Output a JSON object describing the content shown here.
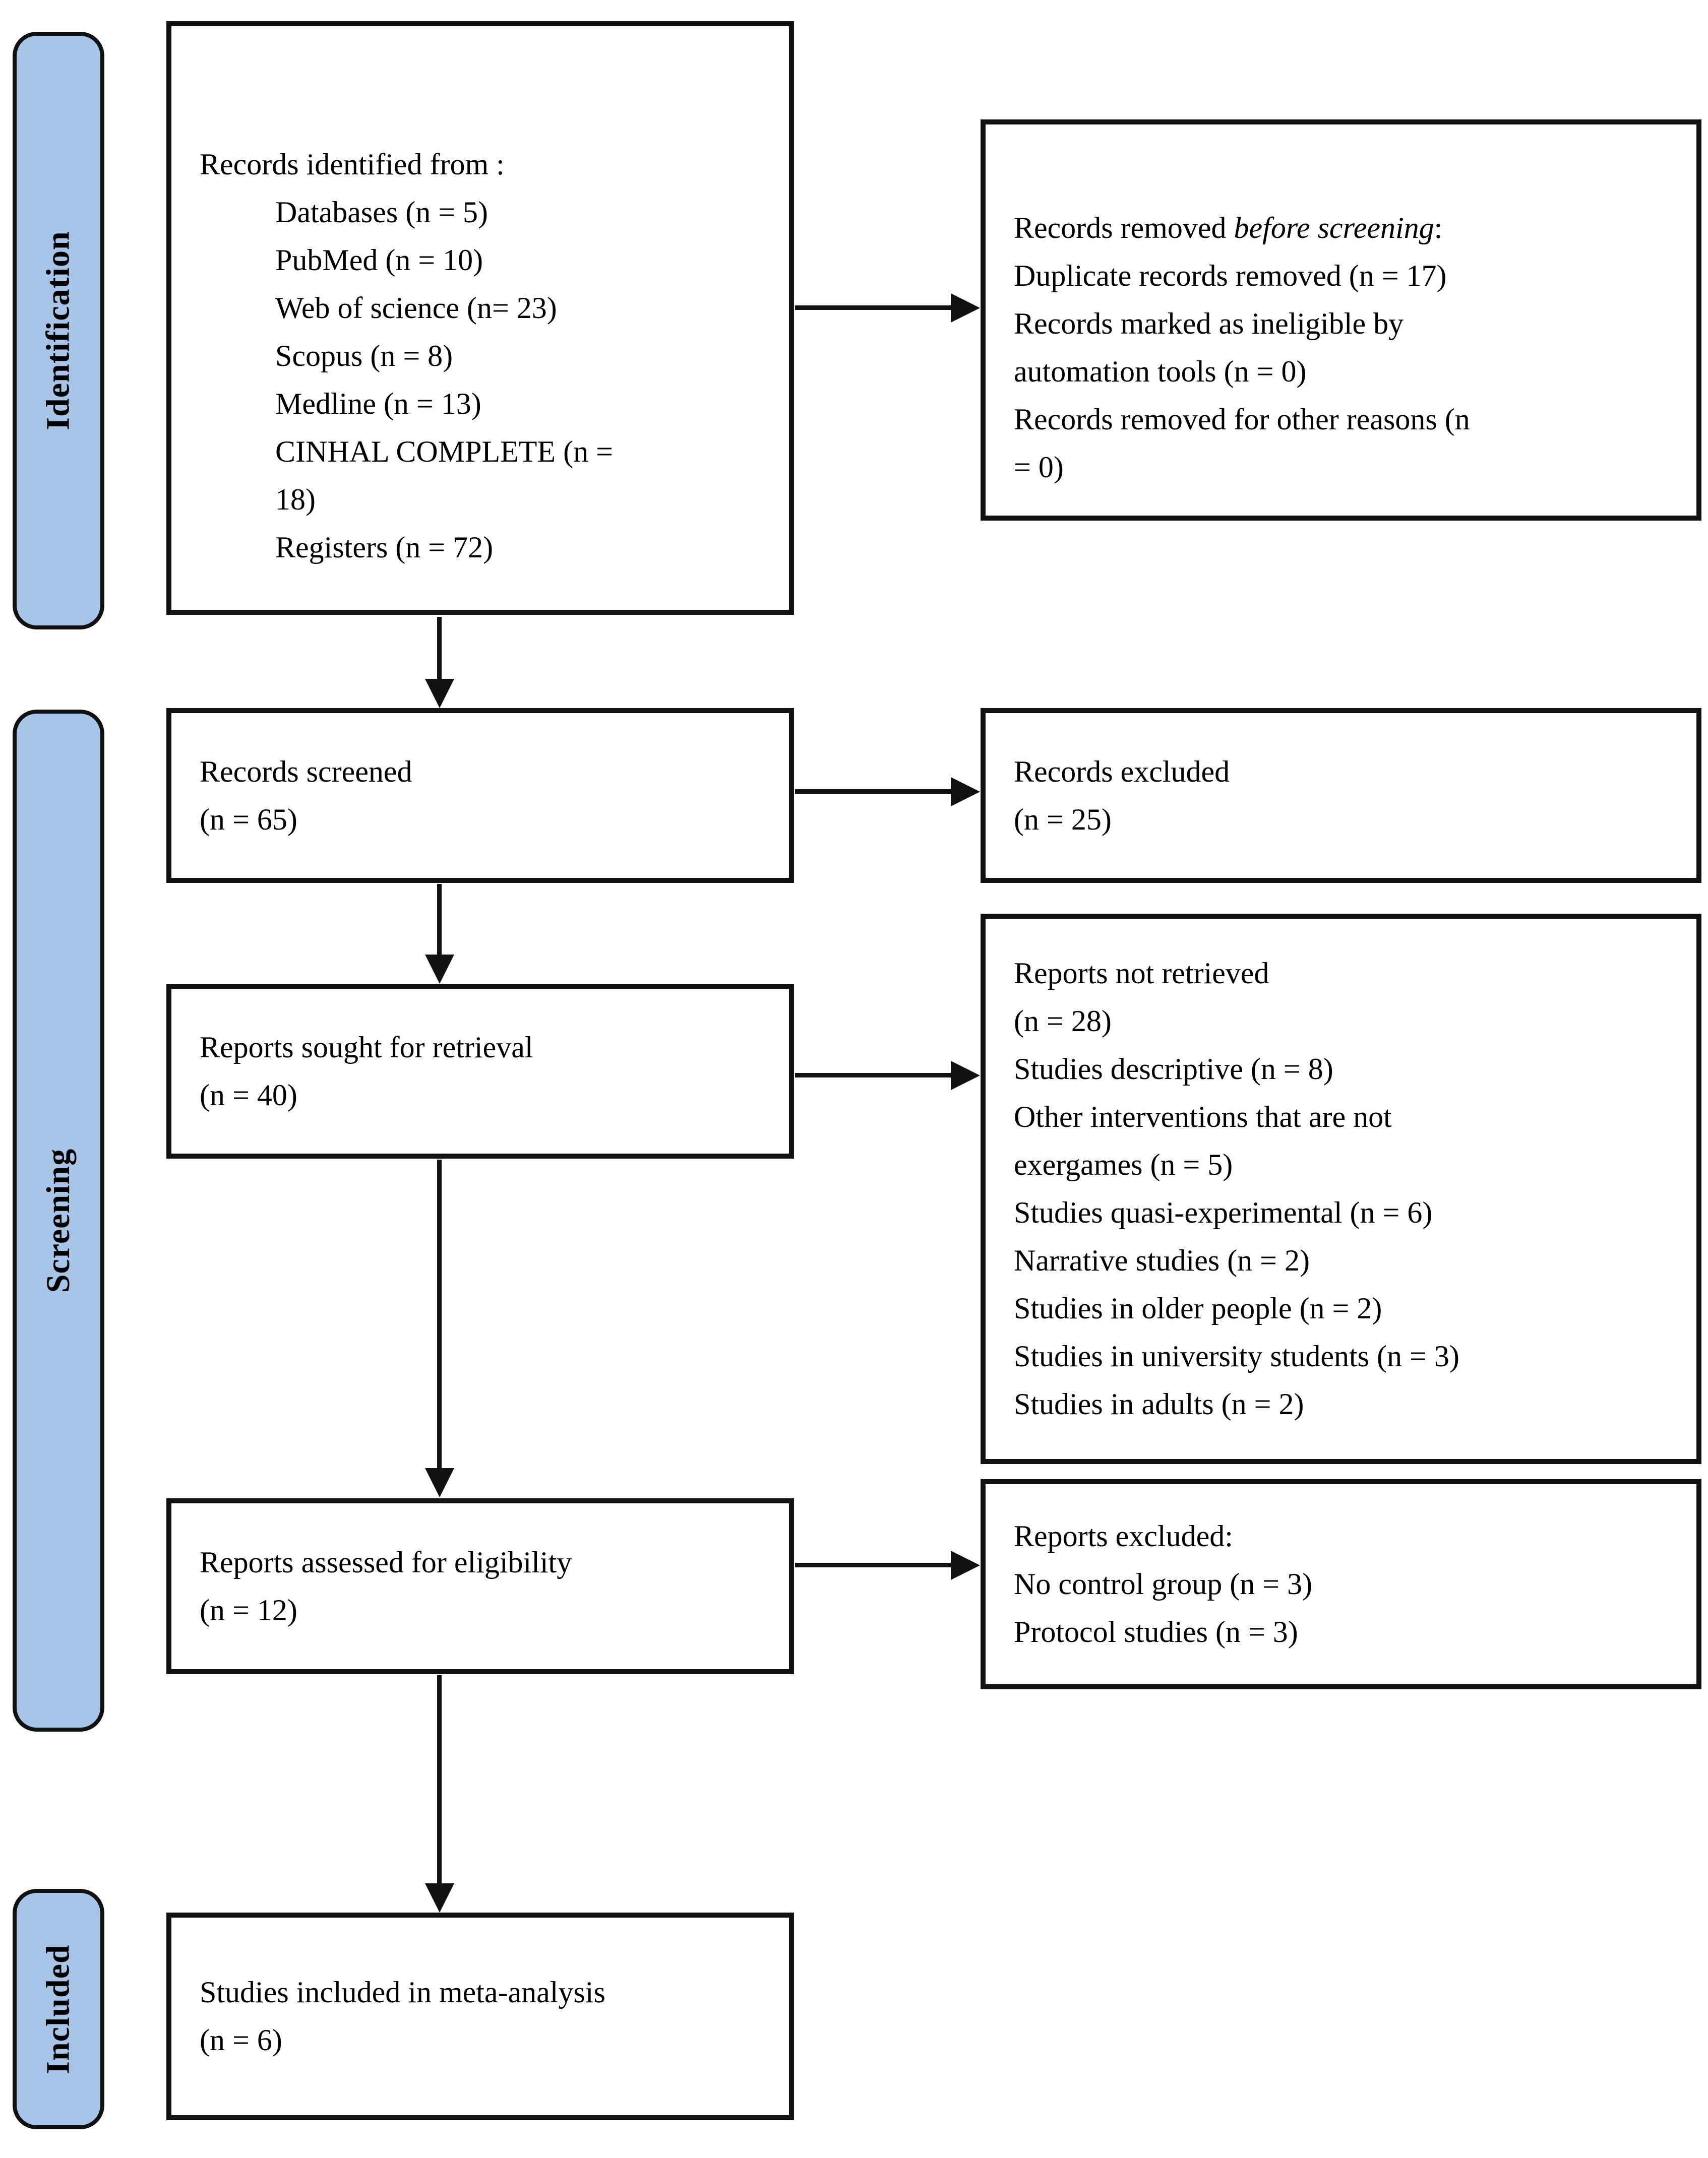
{
  "colors": {
    "sidebar_fill": "#a8c5e8",
    "line": "#111111"
  },
  "sidebar": {
    "identification_label": "Identification",
    "screening_label": "Screening",
    "included_label": "Included"
  },
  "boxes": {
    "records_identified": {
      "title": "Records identified from :",
      "items": [
        "Databases (n = 5)",
        "PubMed (n = 10)",
        "Web of science (n= 23)",
        "Scopus (n = 8)",
        "Medline (n = 13)",
        "CINHAL COMPLETE (n =",
        "18)",
        "Registers (n = 72)"
      ]
    },
    "records_removed": {
      "line1_prefix": "Records removed ",
      "line1_italic": "before screening",
      "line1_suffix": ":",
      "lines": [
        "Duplicate records removed (n = 17)",
        "Records marked as ineligible by",
        "automation tools (n = 0)",
        "Records removed for other reasons (n",
        "= 0)"
      ]
    },
    "records_screened": {
      "lines": [
        "Records screened",
        "(n = 65)"
      ]
    },
    "records_excluded": {
      "lines": [
        "Records excluded",
        "(n = 25)"
      ]
    },
    "reports_sought": {
      "lines": [
        "Reports sought for retrieval",
        "(n = 40)"
      ]
    },
    "reports_not_retrieved": {
      "lines": [
        "Reports not retrieved",
        "(n = 28)",
        "Studies descriptive (n = 8)",
        "Other interventions that are not",
        "exergames (n = 5)",
        "Studies quasi-experimental (n = 6)",
        "Narrative studies (n = 2)",
        "Studies in older people (n = 2)",
        "Studies in university students (n = 3)",
        "Studies in adults (n = 2)"
      ]
    },
    "reports_assessed": {
      "lines": [
        "Reports assessed for eligibility",
        "(n = 12)"
      ]
    },
    "reports_excluded": {
      "lines": [
        "Reports excluded:",
        "No control group (n = 3)",
        "Protocol studies (n = 3)"
      ]
    },
    "studies_included": {
      "lines": [
        "Studies included in meta-analysis",
        "(n = 6)"
      ]
    }
  }
}
